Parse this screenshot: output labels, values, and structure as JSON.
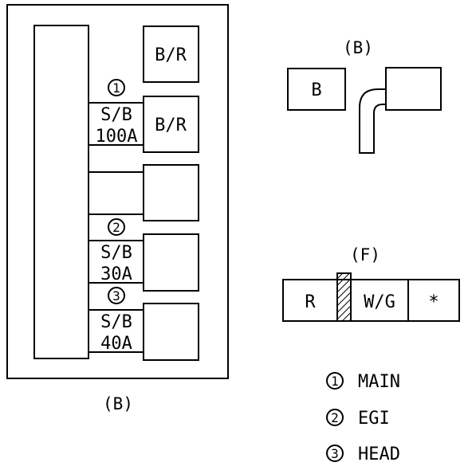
{
  "fuse_box": {
    "caption": "(B)",
    "connectors": [
      "B/R",
      "B/R",
      "",
      "",
      ""
    ],
    "fuses": [
      {
        "number": "1",
        "label": "S/B",
        "rating": "100A"
      },
      {
        "number": "2",
        "label": "S/B",
        "rating": "30A"
      },
      {
        "number": "3",
        "label": "S/B",
        "rating": "40A"
      }
    ]
  },
  "detail_b": {
    "title": "(B)",
    "connector_label": "B"
  },
  "detail_f": {
    "title": "(F)",
    "cells": [
      "R",
      "W/G",
      "*"
    ]
  },
  "legend": [
    {
      "number": "1",
      "text": "MAIN"
    },
    {
      "number": "2",
      "text": "EGI"
    },
    {
      "number": "3",
      "text": "HEAD"
    }
  ]
}
